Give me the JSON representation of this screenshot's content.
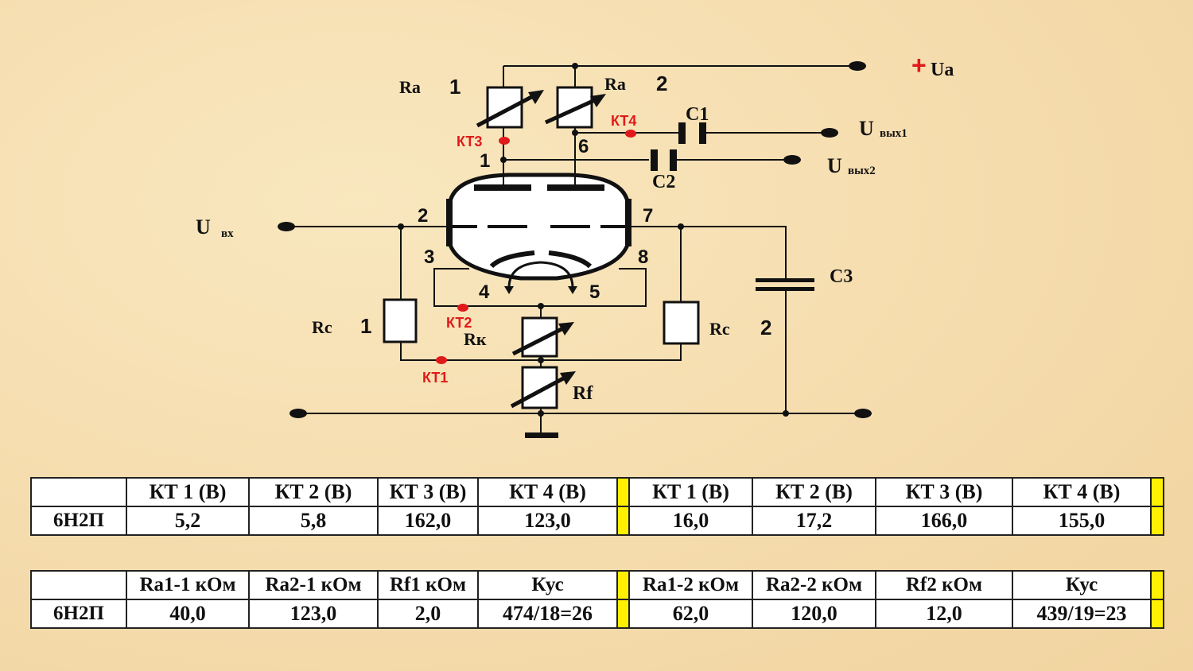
{
  "schematic": {
    "labels": {
      "ua": "Ua",
      "ua_sign": "+",
      "ra1": "Ra",
      "ra1_n": "1",
      "ra2": "Ra",
      "ra2_n": "2",
      "c1": "C1",
      "c2": "C2",
      "c3": "C3",
      "uout1": "U",
      "uout1_sub": "вых1",
      "uout2": "U",
      "uout2_sub": "вых2",
      "uin": "U",
      "uin_sub": "вх",
      "rc1": "Rc",
      "rc1_n": "1",
      "rc2": "Rc",
      "rc2_n": "2",
      "rk": "Rк",
      "rf": "Rf"
    },
    "pins": [
      "1",
      "2",
      "3",
      "4",
      "5",
      "6",
      "7",
      "8"
    ],
    "test_points": [
      "КТ1",
      "КТ2",
      "КТ3",
      "КТ4"
    ],
    "colors": {
      "wire": "#111111",
      "test_point": "#e01a1a",
      "separator": "#ffef00"
    }
  },
  "table_voltages": {
    "headers": [
      "",
      "КТ 1 (В)",
      "КТ 2 (В)",
      "КТ 3 (В)",
      "КТ 4 (В)",
      "КТ 1 (В)",
      "КТ 2 (В)",
      "КТ 3 (В)",
      "КТ 4 (В)"
    ],
    "row": [
      "6Н2П",
      "5,2",
      "5,8",
      "162,0",
      "123,0",
      "16,0",
      "17,2",
      "166,0",
      "155,0"
    ]
  },
  "table_params": {
    "headers": [
      "",
      "Ra1-1 кОм",
      "Ra2-1 кОм",
      "Rf1 кОм",
      "Кус",
      "Ra1-2 кОм",
      "Ra2-2 кОм",
      "Rf2 кОм",
      "Кус"
    ],
    "row": [
      "6Н2П",
      "40,0",
      "123,0",
      "2,0",
      "474/18=26",
      "62,0",
      "120,0",
      "12,0",
      "439/19=23"
    ]
  }
}
